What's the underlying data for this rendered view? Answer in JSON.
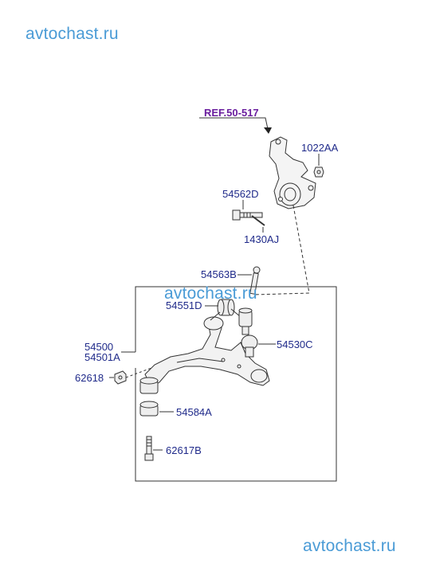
{
  "watermarks": [
    "avtochast.ru",
    "avtochast.ru",
    "avtochast.ru"
  ],
  "ref_label": "REF.50-517",
  "parts": {
    "p1022AA": "1022AA",
    "p54562D": "54562D",
    "p1430AJ": "1430AJ",
    "p54563B": "54563B",
    "p54551D": "54551D",
    "p54530C": "54530C",
    "p54500": "54500",
    "p54501A": "54501A",
    "p62618": "62618",
    "p54584A": "54584A",
    "p62617B": "62617B"
  },
  "colors": {
    "label": "#1f2a8a",
    "ref": "#6a1e9e",
    "watermark": "#4a9bd6",
    "line": "#333333"
  }
}
